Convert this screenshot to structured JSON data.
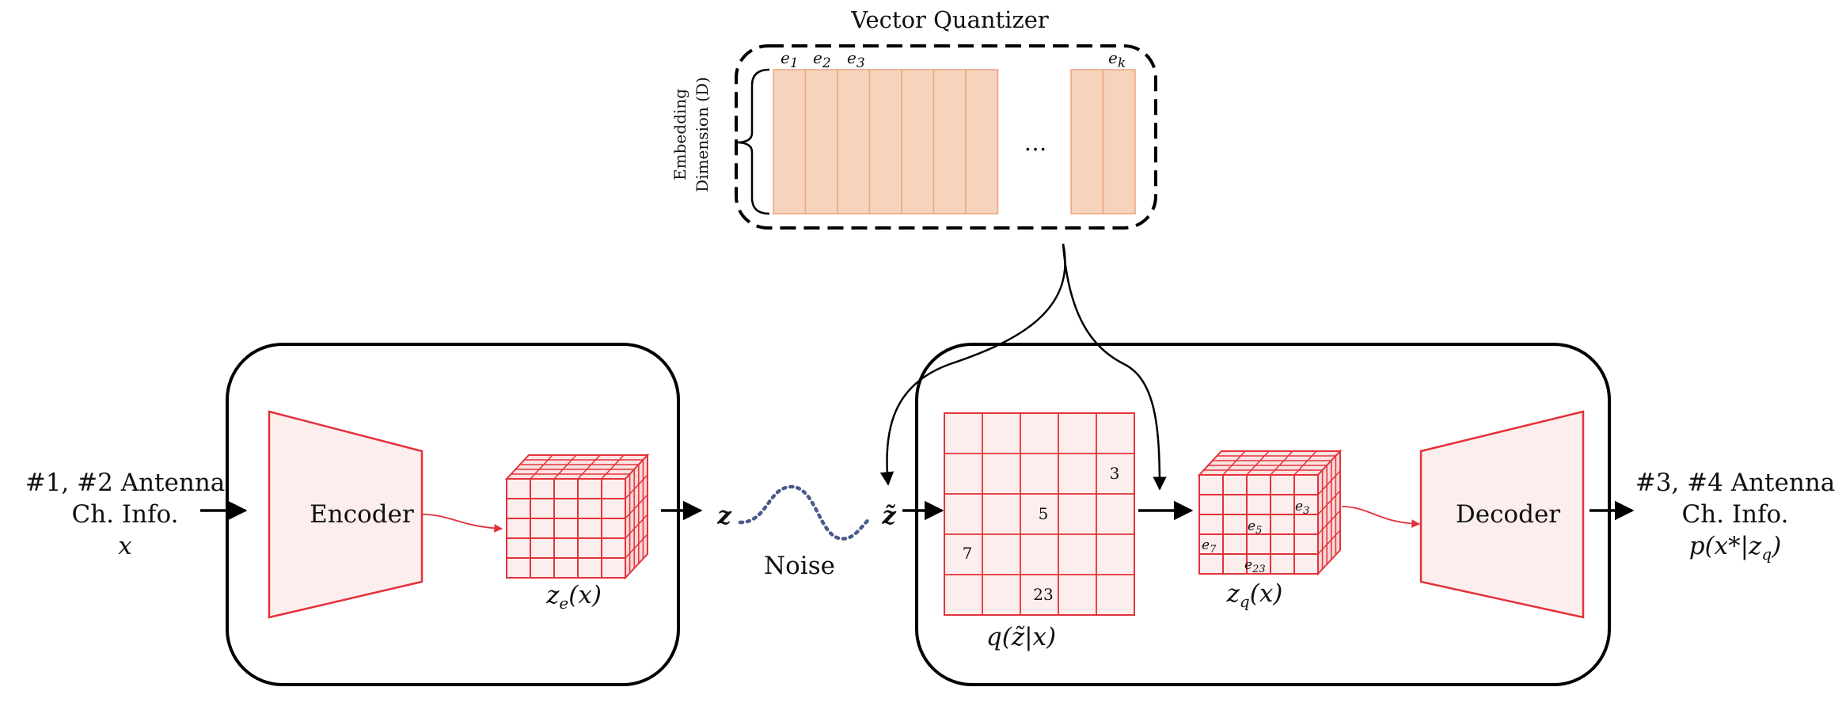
{
  "vq": {
    "title": "Vector Quantizer",
    "embedding_label_line1": "Embedding",
    "embedding_label_line2": "Dimension (D)",
    "codebook_labels": [
      "e",
      "e",
      "e",
      "e"
    ],
    "codebook_subscripts": [
      "1",
      "2",
      "3",
      "k"
    ],
    "ellipsis": "…"
  },
  "input": {
    "line1": "#1, #2 Antenna",
    "line2": "Ch. Info.",
    "symbol": "x"
  },
  "encoder": {
    "label": "Encoder",
    "output_label": "z",
    "output_sub": "e",
    "output_arg": "(x)"
  },
  "channel": {
    "z_symbol": "z",
    "noise_label": "Noise",
    "ztilde_symbol": "z̃"
  },
  "quantizer_grid": {
    "cells": {
      "c1": "3",
      "c2": "5",
      "c3": "7",
      "c4": "23"
    },
    "label": "q(z̃|x)"
  },
  "zq": {
    "label": "z",
    "sub": "q",
    "arg": "(x)",
    "cells": [
      {
        "main": "e",
        "sub": "3"
      },
      {
        "main": "e",
        "sub": "5"
      },
      {
        "main": "e",
        "sub": "7"
      },
      {
        "main": "e",
        "sub": "23"
      }
    ]
  },
  "decoder": {
    "label": "Decoder"
  },
  "output": {
    "line1": "#3, #4 Antenna",
    "line2": "Ch. Info.",
    "symbol": "p(x*|z",
    "symbol_sub": "q",
    "symbol_end": ")"
  },
  "colors": {
    "accent_red": "#e3323a",
    "pale_red": "#fdeeee",
    "codebook_fill": "#f5d3bd",
    "codebook_stroke": "#eda57e",
    "noise": "#4a5a8a",
    "black": "#000000"
  }
}
